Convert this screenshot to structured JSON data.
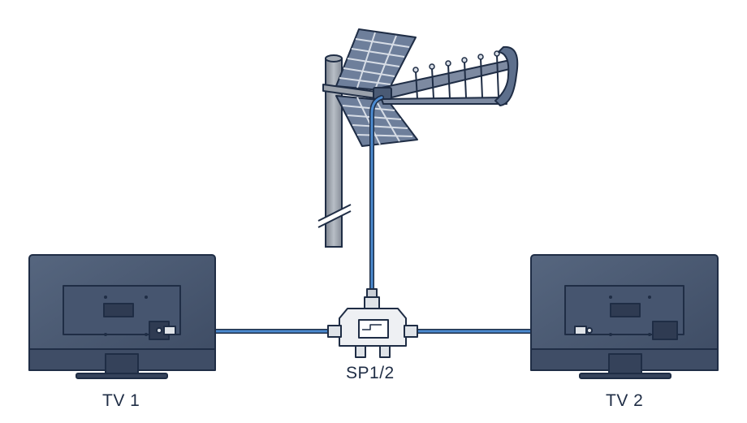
{
  "labels": {
    "tv1": "TV 1",
    "tv2": "TV 2",
    "splitter": "SP1/2"
  },
  "colors": {
    "outline": "#1f2d45",
    "tv_body": "#4a5a74",
    "tv_panel": "#3f4e67",
    "mast": "#9aa1ab",
    "antenna_frame": "#5d6f8c",
    "cable": "#3d7dc4",
    "splitter": "#eef0f3"
  },
  "icons": [
    "antenna-icon",
    "mast-icon",
    "tv-back-icon",
    "splitter-icon",
    "coax-cable-icon"
  ]
}
